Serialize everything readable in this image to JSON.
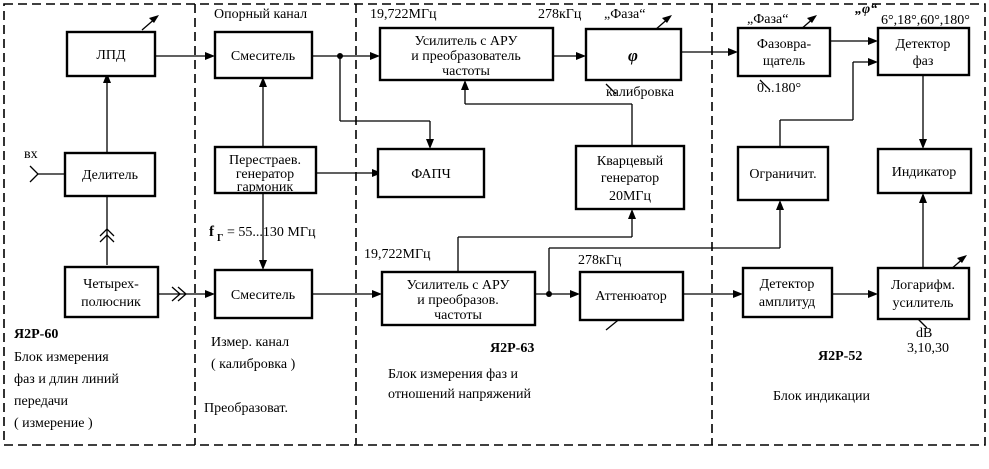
{
  "sections": {
    "ya2r60": {
      "code": "Я2Р-60",
      "desc": [
        "Блок измерения",
        "фаз и длин линий",
        "передачи",
        "( измерение )"
      ]
    },
    "ref_channel": "Опорный канал",
    "meas_channel": [
      "Измер. канал",
      "( калибровка )"
    ],
    "converter": "Преобразоват.",
    "ya2r63": {
      "code": "Я2Р-63",
      "desc": [
        "Блок измерения фаз и",
        "отношений напряжений"
      ]
    },
    "ya2r52": {
      "code": "Я2Р-52",
      "desc": "Блок индикации"
    }
  },
  "blocks": {
    "lpd": [
      "ЛПД"
    ],
    "divider": [
      "Делитель"
    ],
    "quadripole": [
      "Четырех-",
      "полюсник"
    ],
    "mixer_ref": [
      "Смеситель"
    ],
    "harmonic_gen": [
      "Перестраев.",
      "генератор",
      "гармоник"
    ],
    "mixer_meas": [
      "Смеситель"
    ],
    "agc_amp_top": [
      "Усилитель с АРУ",
      "и преобразователь",
      "частоты"
    ],
    "phi": [
      "φ"
    ],
    "fapch": [
      "ФАПЧ"
    ],
    "quartz_gen": [
      "Кварцевый",
      "генератор",
      "20МГц"
    ],
    "agc_amp_bottom": [
      "Усилитель с АРУ",
      "и преобразов.",
      "частоты"
    ],
    "attenuator": [
      "Аттенюатор"
    ],
    "phase_shifter": [
      "Фазовра-",
      "щатель"
    ],
    "phase_detector": [
      "Детектор",
      "фаз"
    ],
    "limiter": [
      "Ограничит."
    ],
    "indicator": [
      "Индикатор"
    ],
    "amp_detector": [
      "Детектор",
      "амплитуд"
    ],
    "log_amp": [
      "Логарифм.",
      "усилитель"
    ]
  },
  "labels": {
    "input": "вх",
    "freq_top": "19,722МГц",
    "if_top": "278кГц",
    "phase_top": "„Фаза“",
    "calibration": "калибровка",
    "fg_symbol": "f",
    "fg_sub": "Г",
    "fg_range": "= 55...130 МГц",
    "freq_bottom": "19,722МГц",
    "if_bottom": "278кГц",
    "phase_right": "„Фаза“",
    "phi_sym": "„φ“",
    "phi_values": "6°,18°,60°,180°",
    "shift_range": "0...180°",
    "db": "dB",
    "db_values": "3,10,30"
  }
}
